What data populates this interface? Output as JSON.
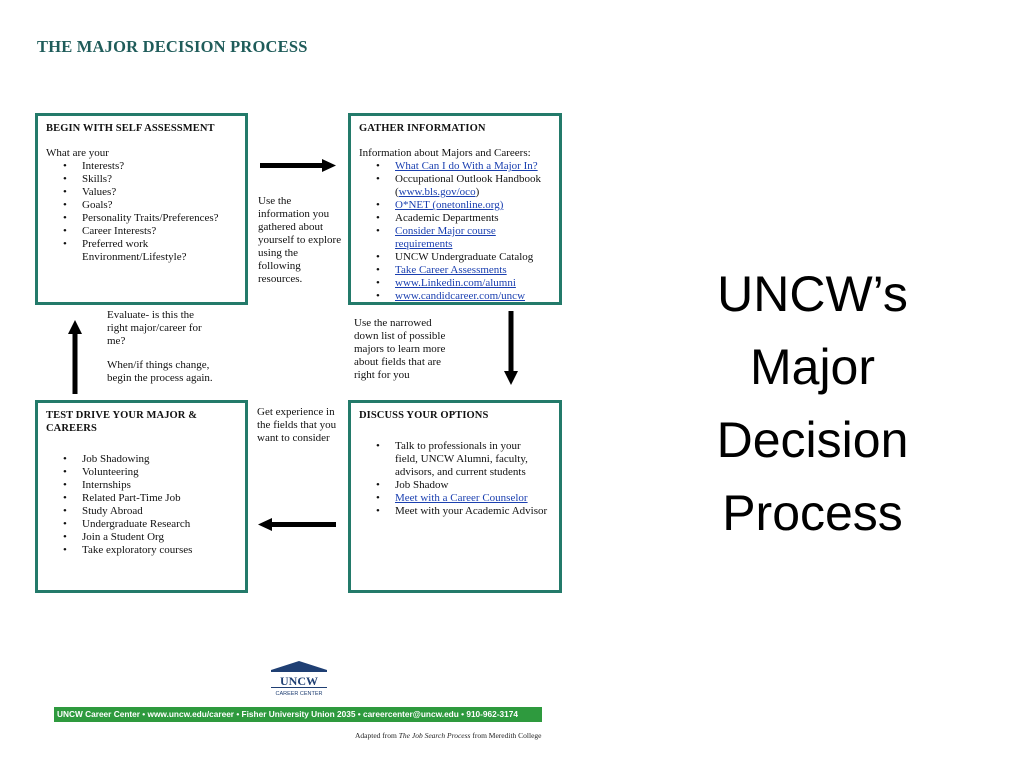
{
  "heading": "THE MAJOR DECISION PROCESS",
  "boxes": {
    "self_assessment": {
      "title": "BEGIN WITH SELF ASSESSMENT",
      "intro": "What are your",
      "items": [
        "Interests?",
        "Skills?",
        "Values?",
        "Goals?",
        "Personality Traits/Preferences?",
        "Career Interests?",
        "Preferred work Environment/Lifestyle?"
      ]
    },
    "gather": {
      "title": "GATHER INFORMATION",
      "intro": "Information about Majors and Careers:",
      "items": [
        {
          "text": "What Can I do With a Major In?",
          "link": true
        },
        {
          "text": "Occupational Outlook Handbook (",
          "link_text": "www.bls.gov/oco",
          "after": ")"
        },
        {
          "text": "O*NET (onetonline.org)",
          "link": true
        },
        {
          "text": "Academic Departments",
          "link": false
        },
        {
          "text": "Consider Major course requirements",
          "link": true
        },
        {
          "text": "UNCW Undergraduate Catalog",
          "link": false
        },
        {
          "text": "Take Career Assessments",
          "link": true
        },
        {
          "text": "www.Linkedin.com/alumni",
          "link": true
        },
        {
          "text": "www.candidcareer.com/uncw",
          "link": true
        }
      ]
    },
    "test_drive": {
      "title": "TEST DRIVE YOUR MAJOR & CAREERS",
      "items": [
        "Job Shadowing",
        "Volunteering",
        "Internships",
        "Related Part-Time Job",
        "Study Abroad",
        "Undergraduate Research",
        "Join a Student Org",
        "Take exploratory courses"
      ]
    },
    "discuss": {
      "title": "DISCUSS YOUR OPTIONS",
      "items": [
        {
          "text": "Talk to professionals in your field, UNCW Alumni, faculty, advisors, and current students",
          "link": false
        },
        {
          "text": "Job Shadow",
          "link": false
        },
        {
          "text": "Meet with a Career Counselor",
          "link": true
        },
        {
          "text": "Meet with your Academic Advisor",
          "link": false
        }
      ]
    }
  },
  "notes": {
    "use_info": "Use the information you gathered about yourself to explore using the following resources.",
    "narrowed": "Use the narrowed down list of possible majors to learn more about fields that are right for you",
    "experience": "Get experience in the fields that you want to consider",
    "evaluate": "Evaluate- is this the right major/career for me?",
    "restart": "When/if things change, begin the process again."
  },
  "slide_title": [
    "UNCW’s",
    "Major",
    "Decision",
    "Process"
  ],
  "logo": {
    "name": "UNCW",
    "sub": "CAREER CENTER"
  },
  "footer": "UNCW Career Center • www.uncw.edu/career • Fisher University Union 2035 • careercenter@uncw.edu • 910-962-3174",
  "credit": {
    "prefix": "Adapted from ",
    "italic": "The Job Search Process",
    "suffix": " from Meredith College"
  },
  "colors": {
    "box_border": "#237a6a",
    "heading": "#1f5c5a",
    "footer_bar": "#2e9a3e",
    "link": "#1a3fb0"
  }
}
